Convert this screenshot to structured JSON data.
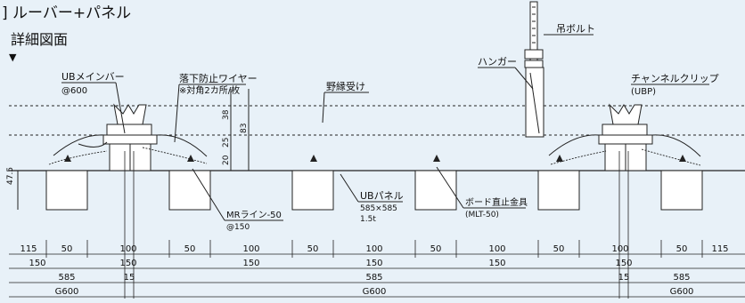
{
  "header": {
    "title": "] ルーバー+パネル",
    "subtitle": "詳細図面",
    "marker": "▼"
  },
  "labels": {
    "ub_main_bar": "UBメインバー",
    "ub_main_bar_pitch": "@600",
    "fall_prevention_wire": "落下防止ワイヤー",
    "wire_note": "※対角2カ所/枚",
    "nobuchi_uke": "野縁受け",
    "hanger": "ハンガー",
    "hanging_bolt": "吊ボルト",
    "channel_clip": "チャンネルクリップ",
    "channel_clip_code": "(UBP)",
    "ub_panel": "UBパネル",
    "ub_panel_size": "585×585",
    "ub_panel_thickness": "1.5t",
    "board_fitting": "ボード直止金具",
    "board_fitting_code": "(MLT-50)",
    "mr_line": "MRライン-50",
    "mr_line_pitch": "@150"
  },
  "dimensions": {
    "vertical": [
      "38",
      "25",
      "20",
      "83",
      "47.5"
    ],
    "row1": [
      "115",
      "50",
      "100",
      "50",
      "100",
      "50",
      "100",
      "50",
      "100",
      "50",
      "100",
      "50",
      "115"
    ],
    "row2": [
      "150",
      "150",
      "150",
      "150",
      "150",
      "150"
    ],
    "row3": [
      "585",
      "15",
      "585",
      "15",
      "585"
    ],
    "row4": [
      "G600",
      "G600",
      "G600"
    ]
  },
  "colors": {
    "background": "#e8f1f8",
    "line": "#1a1a1a",
    "panel_fill": "#ffffff"
  }
}
